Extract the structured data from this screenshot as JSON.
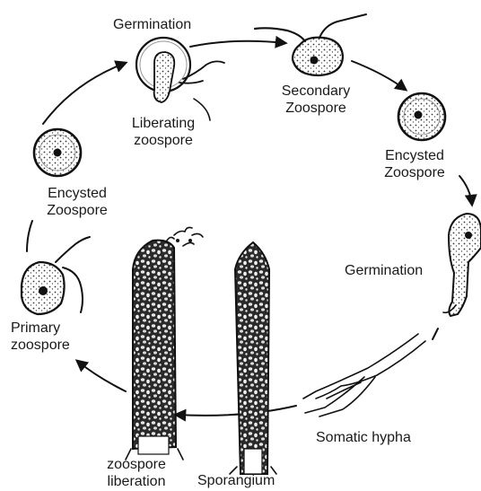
{
  "labels": {
    "germination_top": "Germination",
    "liberating_1": "Liberating",
    "liberating_2": "zoospore",
    "secondary_1": "Secondary",
    "secondary_2": "Zoospore",
    "encysted_right_1": "Encysted",
    "encysted_right_2": "Zoospore",
    "germination_right": "Germination",
    "somatic_hypha": "Somatic hypha",
    "sporangium": "Sporangium",
    "zoospore_lib_1": "zoospore",
    "zoospore_lib_2": "liberation",
    "primary_1": "Primary",
    "primary_2": "zoospore",
    "encysted_left_1": "Encysted",
    "encysted_left_2": "Zoospore"
  },
  "colors": {
    "ink": "#111111",
    "paper": "#ffffff"
  }
}
